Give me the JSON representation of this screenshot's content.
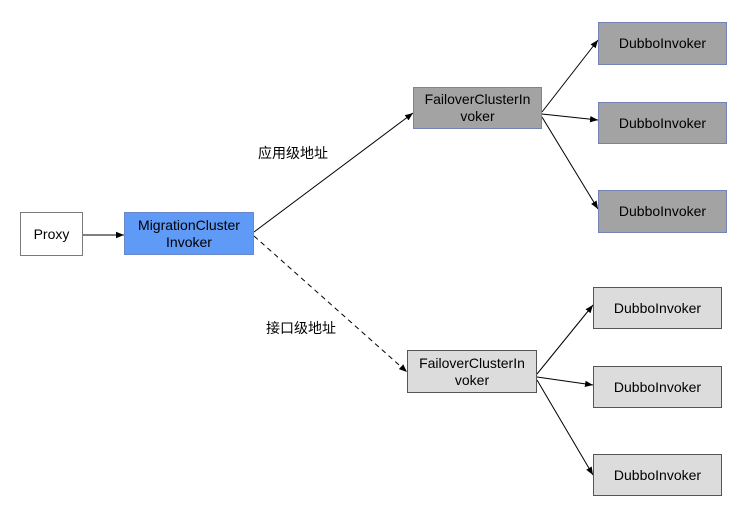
{
  "nodes": {
    "proxy": "Proxy",
    "migration": "MigrationCluster\nInvoker",
    "failover_app": "FailoverClusterIn\nvoker",
    "failover_interface": "FailoverClusterIn\nvoker",
    "dubbo_app": [
      "DubboInvoker",
      "DubboInvoker",
      "DubboInvoker"
    ],
    "dubbo_interface": [
      "DubboInvoker",
      "DubboInvoker",
      "DubboInvoker"
    ]
  },
  "edge_labels": {
    "app_level": "应用级地址",
    "interface_level": "接口级地址"
  },
  "colors": {
    "migration_fill": "#5f9af7",
    "app_fill": "#a3a3a3",
    "interface_fill": "#dcdcdc"
  }
}
